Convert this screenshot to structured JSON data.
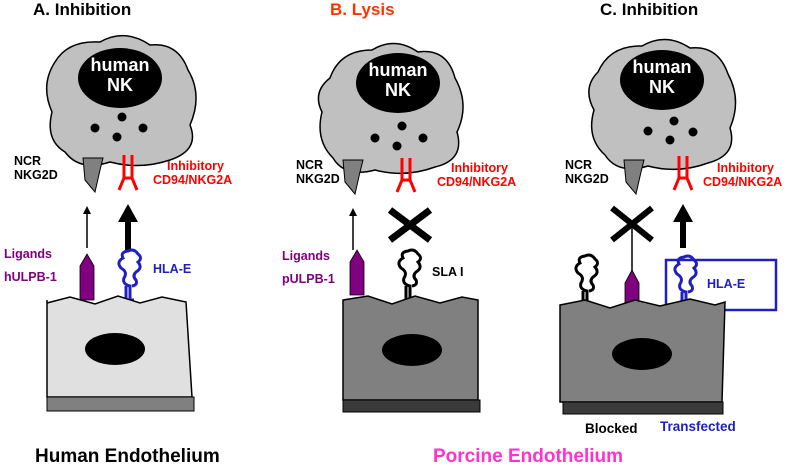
{
  "panels": [
    {
      "title": "A. Inhibition",
      "nk_label_line1": "human",
      "nk_label_line2": "NK",
      "receptor_line1": "NCR",
      "receptor_line2": "NKG2D",
      "inhibitory_line1": "Inhibitory",
      "inhibitory_line2": "CD94/NKG2A",
      "ligand_line1": "Ligands",
      "ligand_line2": "hULPB-1",
      "mhc_label": "HLA-E"
    },
    {
      "title": "B. Lysis",
      "nk_label_line1": "human",
      "nk_label_line2": "NK",
      "receptor_line1": "NCR",
      "receptor_line2": "NKG2D",
      "inhibitory_line1": "Inhibitory",
      "inhibitory_line2": "CD94/NKG2A",
      "ligand_line1": "Ligands",
      "ligand_line2": "pULPB-1",
      "mhc_label": "SLA I"
    },
    {
      "title": "C. Inhibition",
      "nk_label_line1": "human",
      "nk_label_line2": "NK",
      "receptor_line1": "NCR",
      "receptor_line2": "NKG2D",
      "inhibitory_line1": "Inhibitory",
      "inhibitory_line2": "CD94/NKG2A",
      "mhc_label": "HLA-E",
      "blocked_label": "Blocked",
      "transfected_label": "Transfected"
    }
  ],
  "footer": {
    "human": "Human Endothelium",
    "porcine": "Porcine Endothelium"
  },
  "colors": {
    "lysis_title": "#ff3300",
    "inhibitory": "#ff0000",
    "ligand": "#800080",
    "hla": "#2020c0",
    "porcine_footer": "#ff33cc",
    "nk_cell": "#c0c0c0",
    "human_endothelium": "#e0e0e0",
    "porcine_endothelium": "#808080"
  }
}
